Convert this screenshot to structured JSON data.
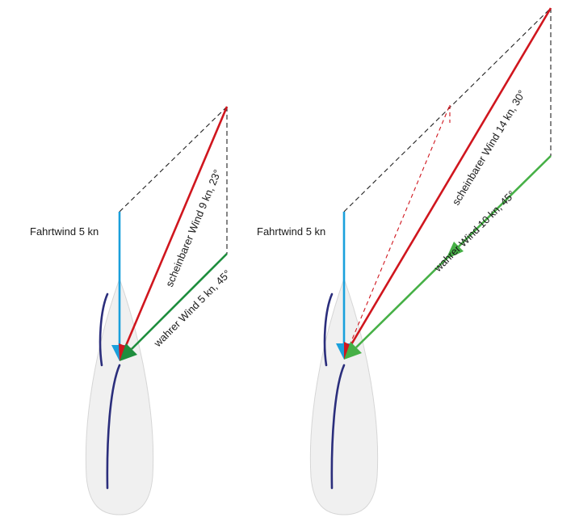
{
  "colors": {
    "hull_fill": "#f0f0f0",
    "hull_stroke": "#d6d6d6",
    "sail": "#2b2e7c",
    "boat_wind": "#1aa0dc",
    "apparent_wind": "#d0161e",
    "true_wind": "#1e8e3e",
    "true_wind_strong": "#46b046",
    "construction": "#222222"
  },
  "icons": {
    "boat": "sailboat-hull-icon",
    "arrow": "arrowhead-icon"
  },
  "left": {
    "boat_wind_label": "Fahrtwind 5 kn",
    "apparent_wind_label": "scheinbarer Wind 9 kn, 23°",
    "true_wind_label": "wahrer Wind 5 kn, 45°"
  },
  "right": {
    "boat_wind_label": "Fahrtwind 5 kn",
    "apparent_wind_label": "scheinbarer Wind 14 kn, 30°",
    "true_wind_label": "wahrer Wind 10 kn, 45°"
  }
}
